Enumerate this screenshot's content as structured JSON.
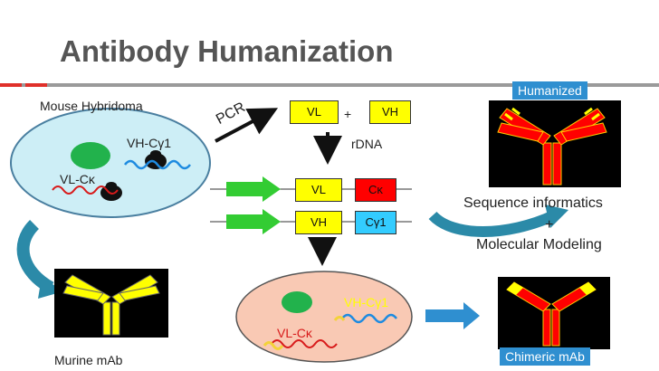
{
  "title": "Antibody Humanization",
  "labels": {
    "mouse_hybridoma": "Mouse Hybridoma",
    "vh_cgamma1": "VH-Cγ1",
    "vl_ckappa": "VL-Cκ",
    "pcr": "PCR",
    "rdna": "rDNA",
    "plus": "+",
    "murine_mab": "Murine mAb",
    "sequence_informatics": "Sequence informatics",
    "plus2": "+",
    "molecular_modeling": "Molecular Modeling",
    "humanized": "Humanized",
    "chimeric_mab": "Chimeric mAb",
    "cell2_vh": "VH-Cγ1",
    "cell2_vl": "VL-Cκ"
  },
  "boxes": {
    "top_vl": "VL",
    "top_vh": "VH",
    "row1_vl": "VL",
    "row1_ck": "Cκ",
    "row2_vh": "VH",
    "row2_cg1": "Cγ1"
  },
  "colors": {
    "title": "#555555",
    "box_yellow": "#ffff00",
    "box_red": "#ff0000",
    "box_cyan": "#33ccff",
    "arrow_green": "#33cc33",
    "tag_blue": "#2f8fd0",
    "cell_blue": "#cdeef6",
    "cell_peach": "#f9c9b4"
  }
}
